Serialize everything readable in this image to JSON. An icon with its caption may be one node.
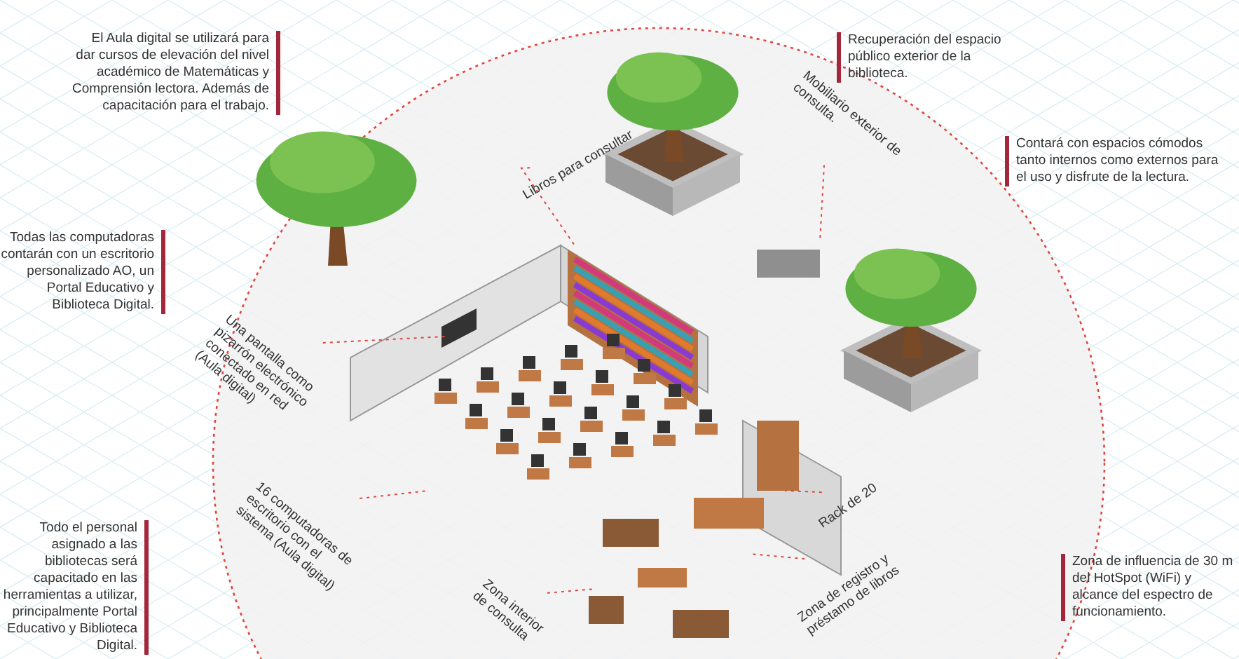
{
  "diagram": {
    "nodes": [
      {
        "text": [
          "Mobiliario exterior de consulta."
        ]
      },
      {
        "text": [
          "Libros para consultar"
        ]
      },
      {
        "text": [
          "Una pantalla como pizarrón electrónico conectado en red (Aula digital)"
        ]
      },
      {
        "text": [
          "Rack de 20"
        ]
      },
      {
        "text": [
          "16 computadoras de escritorio con el sistema (Aula digital)"
        ]
      },
      {
        "text": [
          "Zona de registro y préstamo de libros"
        ]
      },
      {
        "text": [
          "Zona interior de consulta"
        ]
      }
    ],
    "edges": [
      {
        "from": 0,
        "to": null,
        "arrow": "none",
        "style": "dashed"
      },
      {
        "from": 1,
        "to": null,
        "arrow": "none",
        "style": "dashed"
      },
      {
        "from": 2,
        "to": null,
        "arrow": "none",
        "style": "dashed"
      },
      {
        "from": 3,
        "to": null,
        "arrow": "none",
        "style": "dashed"
      },
      {
        "from": 4,
        "to": null,
        "arrow": "none",
        "style": "dashed"
      },
      {
        "from": 5,
        "to": null,
        "arrow": "none",
        "style": "dashed"
      },
      {
        "from": 6,
        "to": null,
        "arrow": "none",
        "style": "dashed"
      }
    ],
    "labels": [
      "El Aula digital se utilizará para dar cursos de elevación del nivel académico de Matemáticas y Comprensión lectora. Además de capacitación para el trabajo.",
      "Recuperación del espacio público exterior de la biblioteca.",
      "Contará con espacios cómodos tanto internos como externos para el uso y disfrute de la lectura.",
      "Todas las computadoras contarán con un escritorio personalizado AO, un Portal Educativo y Biblioteca Digital.",
      "Todo el personal asignado a las bibliotecas será capacitado en las herramientas a utilizar, principalmente Portal Educativo y Biblioteca Digital.",
      "Zona de influencia de 30 m del HotSpot (WiFi) y alcance del espectro de funcionamiento."
    ]
  }
}
